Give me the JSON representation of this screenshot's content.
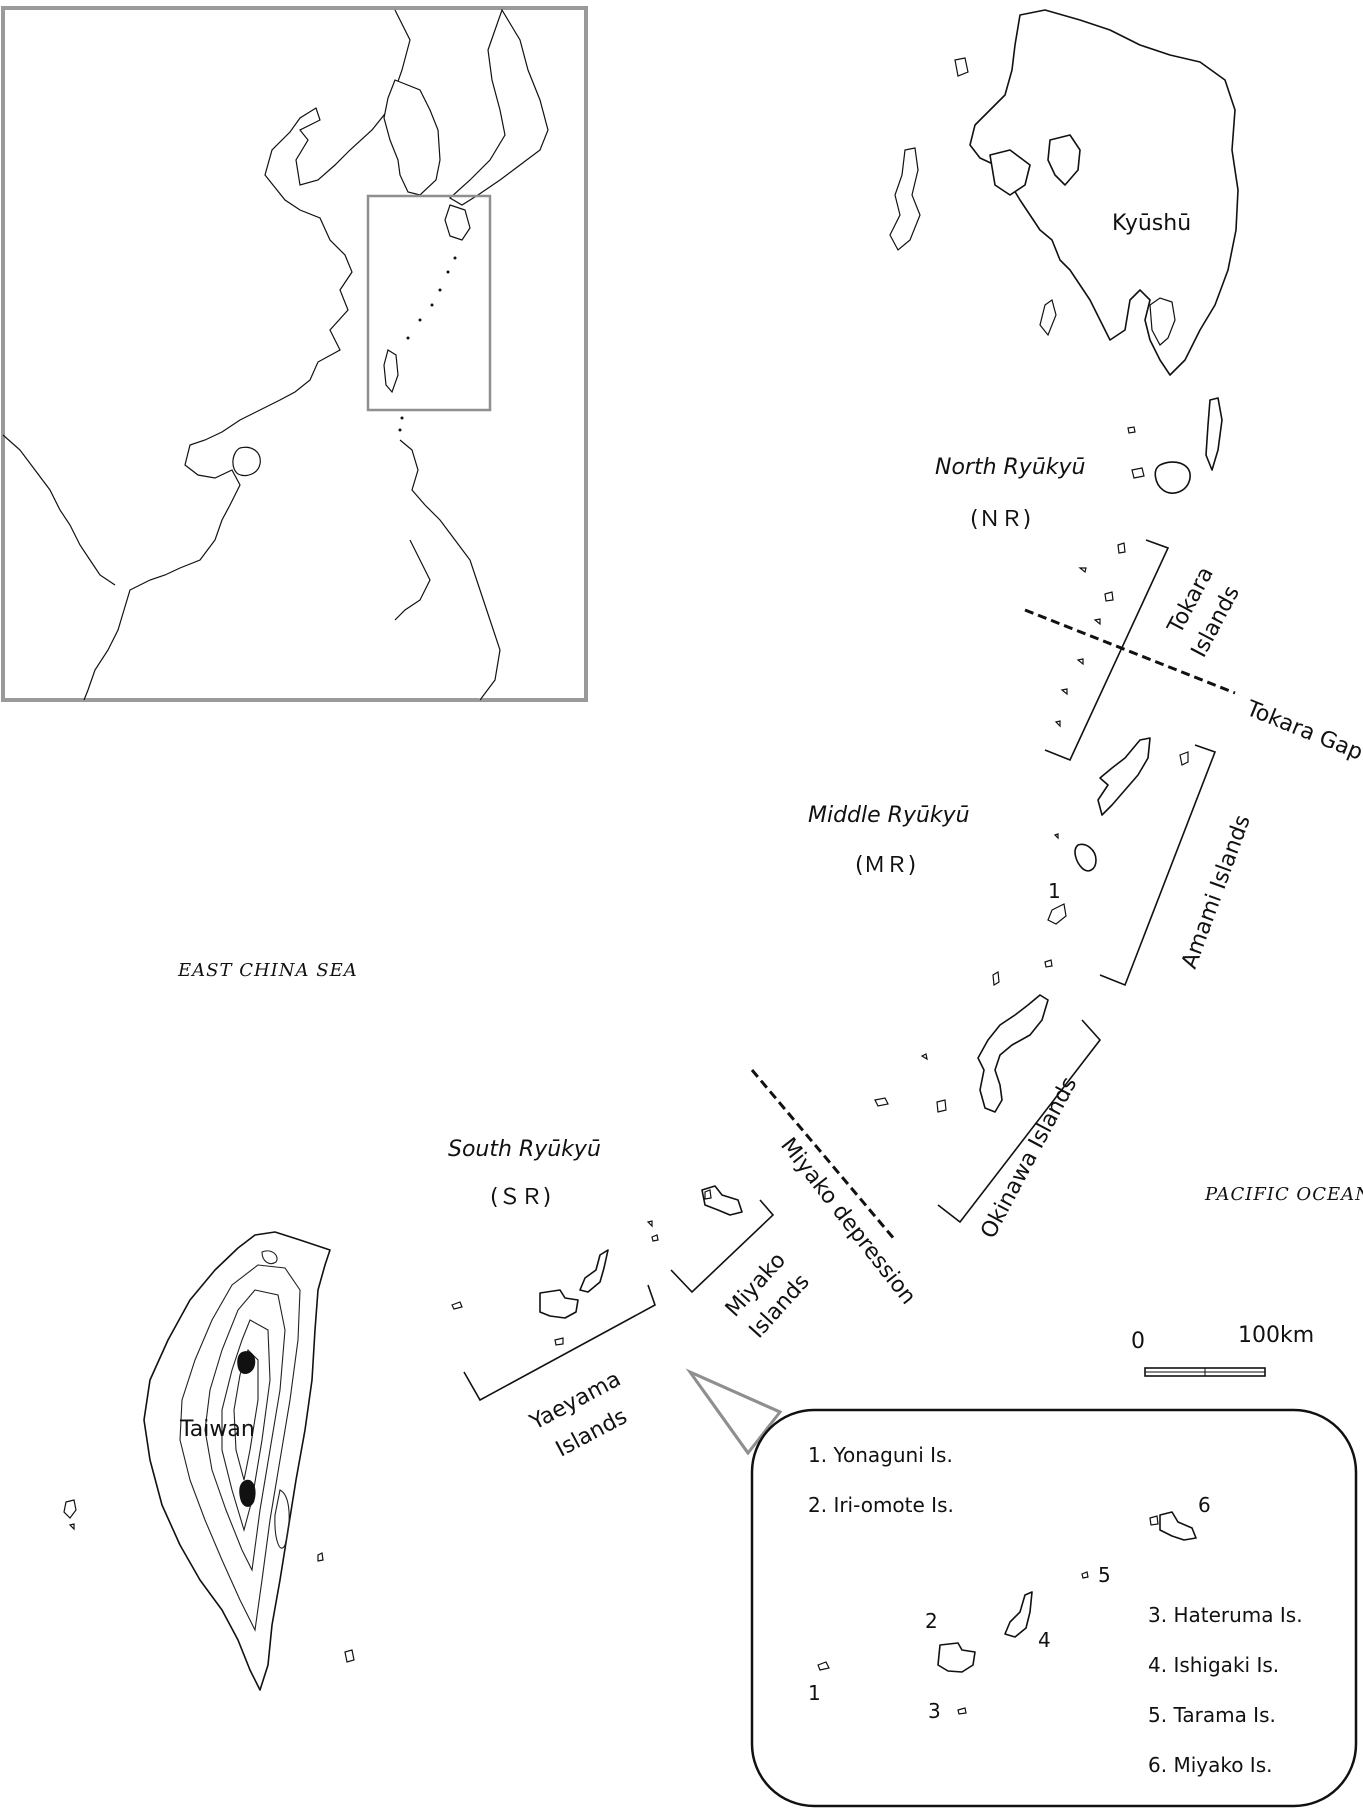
{
  "labels": {
    "kyushu": "Kyūshū",
    "north_ryukyu": "North Ryūkyū",
    "north_abbr": "(ＮＲ)",
    "middle_ryukyu": "Middle Ryūkyū",
    "middle_abbr": "(ＭＲ)",
    "south_ryukyu": "South Ryūkyū",
    "south_abbr": "(ＳＲ)",
    "east_china_sea": "EAST CHINA SEA",
    "pacific_ocean": "PACIFIC OCEAN",
    "taiwan": "Taiwan",
    "tokara_islands_1": "Tokara",
    "tokara_islands_2": "Islands",
    "tokara_gap": "Tokara Gap",
    "amami_islands": "Amami Islands",
    "okinawa_islands": "Okinawa Islands",
    "miyako_depression": "Miyako depression",
    "miyako_islands_1": "Miyako",
    "miyako_islands_2": "Islands",
    "yaeyama_islands_1": "Yaeyama",
    "yaeyama_islands_2": "Islands",
    "marker_1": "1"
  },
  "scale_bar": {
    "start_label": "0",
    "end_label": "100km"
  },
  "inset": {
    "legend": [
      "1. Yonaguni Is.",
      "2. Iri-omote Is.",
      "3. Hateruma Is.",
      "4. Ishigaki Is.",
      "5. Tarama Is.",
      "6. Miyako Is."
    ],
    "markers": [
      "1",
      "2",
      "3",
      "4",
      "5",
      "6"
    ]
  },
  "colors": {
    "frame": "#9a9a9a",
    "line": "#111111",
    "background": "#ffffff"
  }
}
